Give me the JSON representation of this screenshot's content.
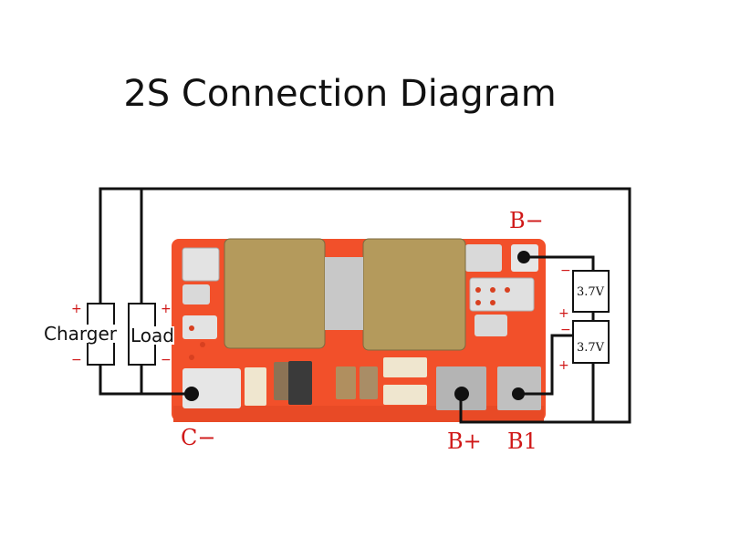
{
  "title": "2S Connection Diagram",
  "labels": {
    "b_minus": "B−",
    "b_plus": "B+",
    "b1": "B1",
    "c_minus": "C−"
  },
  "components": {
    "charger": "Charger",
    "load": "Load",
    "cell_top": "3.7V",
    "cell_bottom": "3.7V"
  },
  "polarity": {
    "plus": "+",
    "minus": "−"
  },
  "colors": {
    "pcb": "#f2502a",
    "mosfet": "#b49a5c",
    "wire": "#111111",
    "label": "#d01818"
  }
}
